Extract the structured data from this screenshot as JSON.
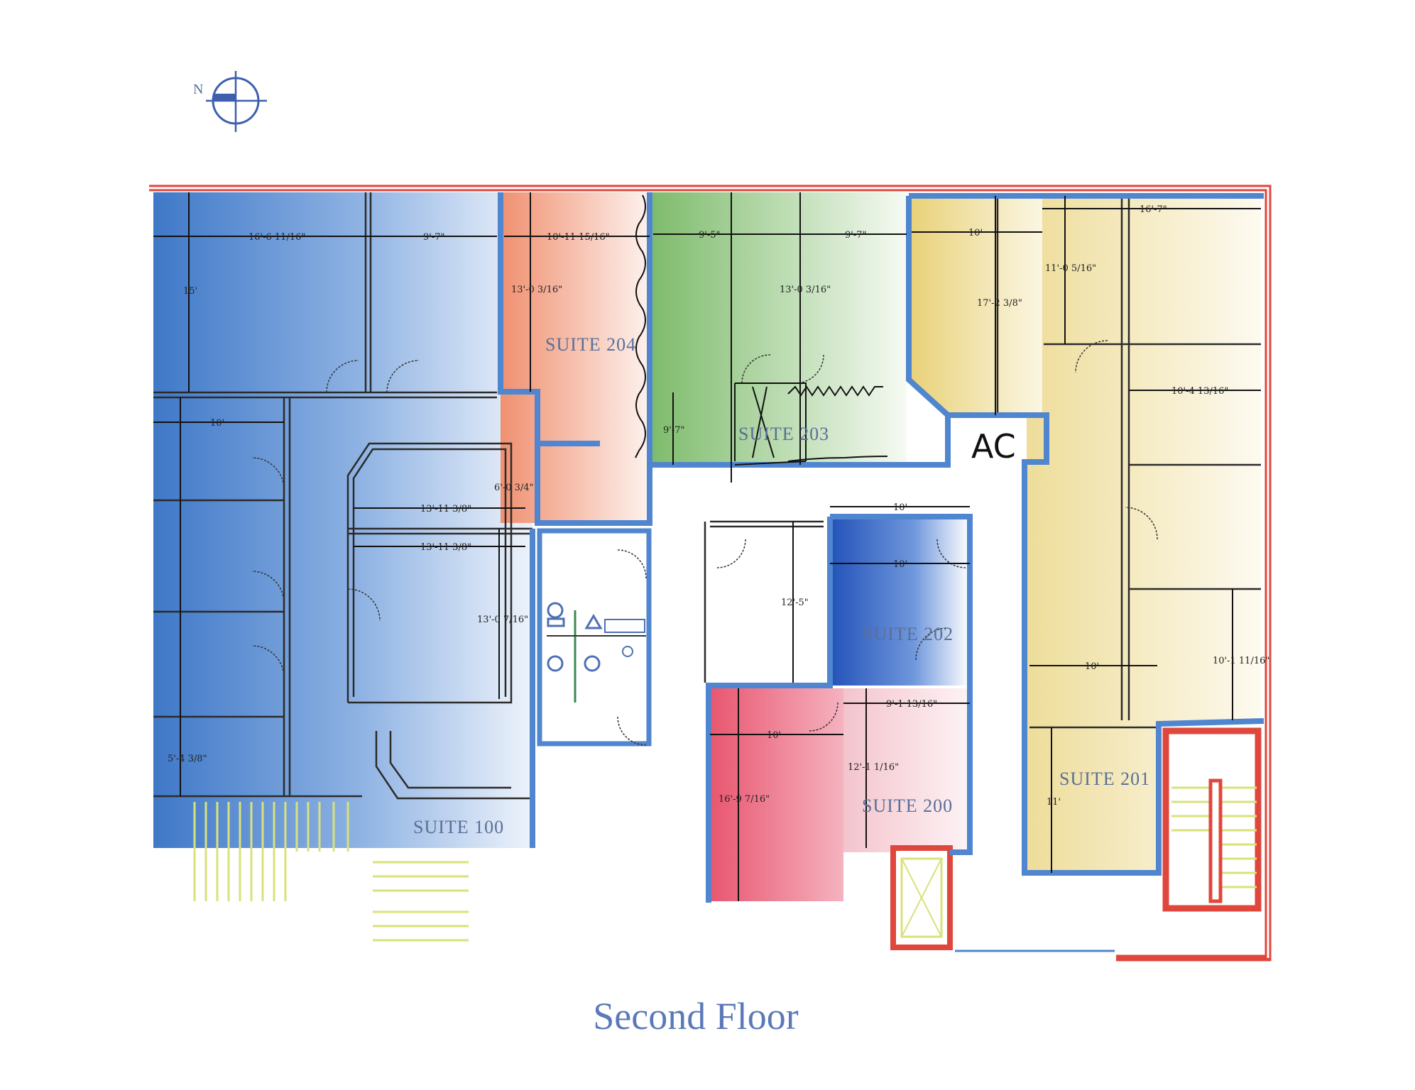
{
  "title": "Second Floor",
  "compass": {
    "north_label": "N"
  },
  "suites": {
    "s100": "SUITE 100",
    "s200": "SUITE 200",
    "s201": "SUITE 201",
    "s202": "SUITE 202",
    "s203": "SUITE 203",
    "s204": "SUITE 204"
  },
  "annotations": {
    "ac": "AC"
  },
  "dimensions": {
    "d1": "16'-6 11/16\"",
    "d2": "9'-7\"",
    "d3": "10'-11 15/16\"",
    "d4": "13'-0 3/16\"",
    "d5": "15'",
    "d6": "10'",
    "d7": "6'-0 3/4\"",
    "d8": "13'-11 3/8\"",
    "d9": "13'-11 3/8\"",
    "d10": "13'-0 7/16\"",
    "d11": "5'-4 3/8\"",
    "d12": "9'-5\"",
    "d13": "9'-7\"",
    "d14": "13'-0 3/16\"",
    "d15": "10'",
    "d16": "16'-7\"",
    "d17": "11'-0 5/16\"",
    "d18": "17'-2 3/8\"",
    "d19": "10'-4 13/16\"",
    "d20": "9'-7\"",
    "d21": "10'",
    "d22": "10'",
    "d23": "12'-5\"",
    "d24": "10'-1 11/16\"",
    "d25": "10'",
    "d26": "9'-1 13/16\"",
    "d27": "10'",
    "d28": "12'-1 1/16\"",
    "d29": "16'-9 7/16\"",
    "d30": "11'"
  },
  "colors": {
    "suite100": "#3f78c8",
    "suite204": "#f0a07e",
    "suite203": "#8cc47c",
    "suite201": "#ecd98a",
    "suite202": "#2d5fc0",
    "suite200": "#e9607a",
    "exterior_wall": "#e0473c",
    "suite_wall": "#4f86cf",
    "title": "#5b79b8"
  }
}
